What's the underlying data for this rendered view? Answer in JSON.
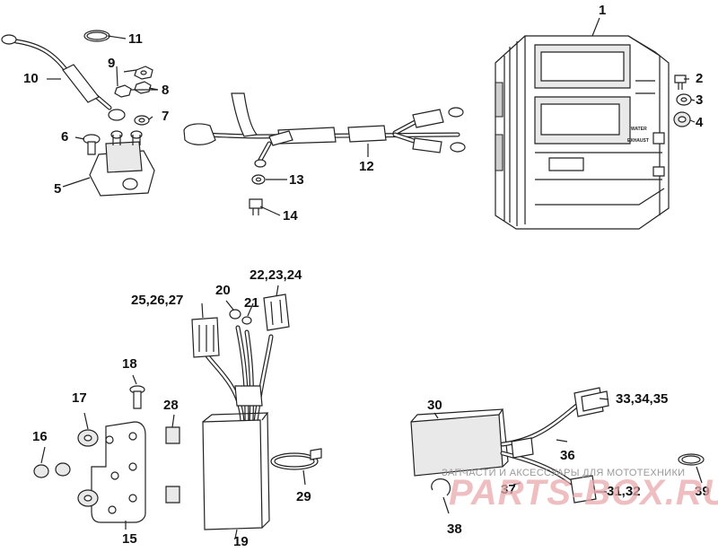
{
  "callouts": {
    "c1": "1",
    "c2": "2",
    "c3": "3",
    "c4": "4",
    "c5": "5",
    "c6": "6",
    "c7": "7",
    "c8": "8",
    "c9": "9",
    "c10": "10",
    "c11": "11",
    "c12": "12",
    "c13": "13",
    "c14": "14",
    "c15": "15",
    "c16": "16",
    "c17": "17",
    "c18": "18",
    "c19": "19",
    "c20": "20",
    "c21": "21",
    "c22": "22,23,24",
    "c25": "25,26,27",
    "c28": "28",
    "c29": "29",
    "c30": "30",
    "c31": "31,32",
    "c33": "33,34,35",
    "c36": "36",
    "c37": "37",
    "c38": "38",
    "c39": "39"
  },
  "module_labels": {
    "water": "WATER",
    "exhaust": "EXHAUST"
  },
  "watermark": {
    "tagline": "ЗАПЧАСТИ И АКСЕССУАРЫ ДЛЯ МОТОТЕХНИКИ",
    "logo": "PARTS-BOX.RU"
  }
}
